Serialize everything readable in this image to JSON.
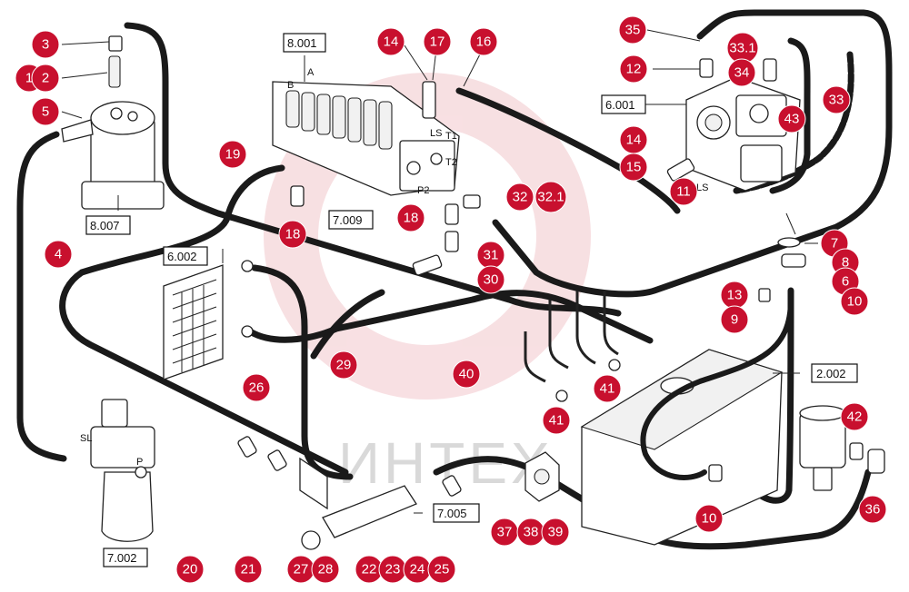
{
  "watermark": {
    "text": "ИНТЕХ",
    "logo_color": "#f2c7cc"
  },
  "colors": {
    "callout": "#c8102e",
    "hose": "#1a1a1a"
  },
  "reference_boxes": [
    {
      "id": "box-8001",
      "label": "8.001"
    },
    {
      "id": "box-8007",
      "label": "8.007"
    },
    {
      "id": "box-6001",
      "label": "6.001"
    },
    {
      "id": "box-7009",
      "label": "7.009"
    },
    {
      "id": "box-6002",
      "label": "6.002"
    },
    {
      "id": "box-2002",
      "label": "2.002"
    },
    {
      "id": "box-7005",
      "label": "7.005"
    },
    {
      "id": "box-7002",
      "label": "7.002"
    }
  ],
  "port_labels": {
    "a": "A",
    "b": "B",
    "p2": "P2",
    "t1": "T1",
    "t2": "T2",
    "ls_valve": "LS",
    "ls_pump": "LS",
    "sl": "SL",
    "p_filter": "P"
  },
  "callouts": [
    {
      "id": "c3",
      "label": "3"
    },
    {
      "id": "c1",
      "label": "1"
    },
    {
      "id": "c2",
      "label": "2"
    },
    {
      "id": "c5",
      "label": "5"
    },
    {
      "id": "c4",
      "label": "4"
    },
    {
      "id": "c14a",
      "label": "14"
    },
    {
      "id": "c17",
      "label": "17"
    },
    {
      "id": "c16",
      "label": "16"
    },
    {
      "id": "c19",
      "label": "19"
    },
    {
      "id": "c18a",
      "label": "18"
    },
    {
      "id": "c18b",
      "label": "18"
    },
    {
      "id": "c32",
      "label": "32"
    },
    {
      "id": "c321",
      "label": "32.1"
    },
    {
      "id": "c31",
      "label": "31"
    },
    {
      "id": "c30",
      "label": "30"
    },
    {
      "id": "c29",
      "label": "29"
    },
    {
      "id": "c40",
      "label": "40"
    },
    {
      "id": "c26",
      "label": "26"
    },
    {
      "id": "c35",
      "label": "35"
    },
    {
      "id": "c331",
      "label": "33.1"
    },
    {
      "id": "c34",
      "label": "34"
    },
    {
      "id": "c12",
      "label": "12"
    },
    {
      "id": "c33",
      "label": "33"
    },
    {
      "id": "c43",
      "label": "43"
    },
    {
      "id": "c14b",
      "label": "14"
    },
    {
      "id": "c15",
      "label": "15"
    },
    {
      "id": "c11",
      "label": "11"
    },
    {
      "id": "c7",
      "label": "7"
    },
    {
      "id": "c8",
      "label": "8"
    },
    {
      "id": "c6",
      "label": "6"
    },
    {
      "id": "c13",
      "label": "13"
    },
    {
      "id": "c10a",
      "label": "10"
    },
    {
      "id": "c9",
      "label": "9"
    },
    {
      "id": "c41a",
      "label": "41"
    },
    {
      "id": "c41b",
      "label": "41"
    },
    {
      "id": "c42",
      "label": "42"
    },
    {
      "id": "c36",
      "label": "36"
    },
    {
      "id": "c10b",
      "label": "10"
    },
    {
      "id": "c37",
      "label": "37"
    },
    {
      "id": "c38",
      "label": "38"
    },
    {
      "id": "c39",
      "label": "39"
    },
    {
      "id": "c20",
      "label": "20"
    },
    {
      "id": "c21",
      "label": "21"
    },
    {
      "id": "c27",
      "label": "27"
    },
    {
      "id": "c28",
      "label": "28"
    },
    {
      "id": "c22",
      "label": "22"
    },
    {
      "id": "c23",
      "label": "23"
    },
    {
      "id": "c24",
      "label": "24"
    },
    {
      "id": "c25",
      "label": "25"
    }
  ]
}
